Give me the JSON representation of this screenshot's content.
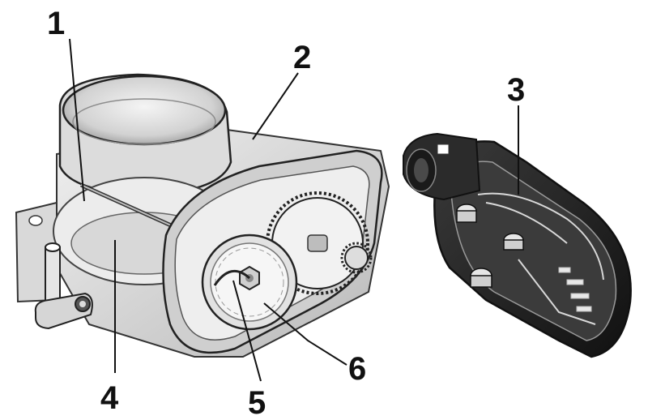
{
  "callouts": [
    {
      "id": "1",
      "text": "1"
    },
    {
      "id": "2",
      "text": "2"
    },
    {
      "id": "3",
      "text": "3"
    },
    {
      "id": "4",
      "text": "4"
    },
    {
      "id": "5",
      "text": "5"
    },
    {
      "id": "6",
      "text": "6"
    }
  ],
  "colors": {
    "ink": "#111111",
    "housing_light": "#e6e6e6",
    "housing_mid": "#bdbdbd",
    "housing_dark": "#555555",
    "cover_dark": "#2a2a2a",
    "background": "#ffffff"
  }
}
